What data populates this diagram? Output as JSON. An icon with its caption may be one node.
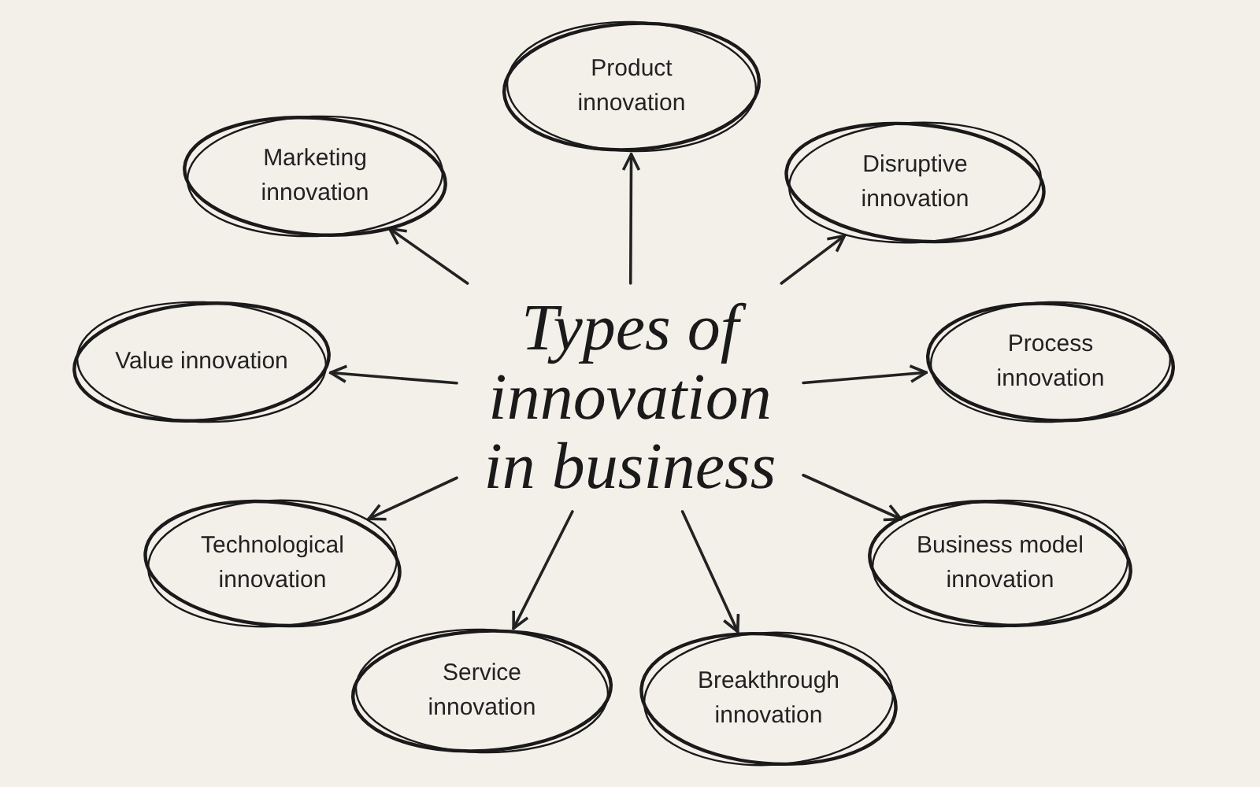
{
  "diagram": {
    "nodes": [
      {
        "text": [
          "Types of innovation in business"
        ]
      },
      {
        "text": [
          "Product innovation"
        ]
      },
      {
        "text": [
          "Marketing innovation"
        ]
      },
      {
        "text": [
          "Disruptive innovation"
        ]
      },
      {
        "text": [
          "Value innovation"
        ]
      },
      {
        "text": [
          "Process innovation"
        ]
      },
      {
        "text": [
          "Technological innovation"
        ]
      },
      {
        "text": [
          "Business model innovation"
        ]
      },
      {
        "text": [
          "Service innovation"
        ]
      },
      {
        "text": [
          "Breakthrough innovation"
        ]
      }
    ],
    "edges": [
      {
        "from": 0,
        "to": 1,
        "arrow": "to"
      },
      {
        "from": 0,
        "to": 2,
        "arrow": "to"
      },
      {
        "from": 0,
        "to": 3,
        "arrow": "to"
      },
      {
        "from": 0,
        "to": 4,
        "arrow": "to"
      },
      {
        "from": 0,
        "to": 5,
        "arrow": "to"
      },
      {
        "from": 0,
        "to": 6,
        "arrow": "to"
      },
      {
        "from": 0,
        "to": 7,
        "arrow": "to"
      },
      {
        "from": 0,
        "to": 8,
        "arrow": "to"
      },
      {
        "from": 0,
        "to": 9,
        "arrow": "to"
      }
    ]
  }
}
